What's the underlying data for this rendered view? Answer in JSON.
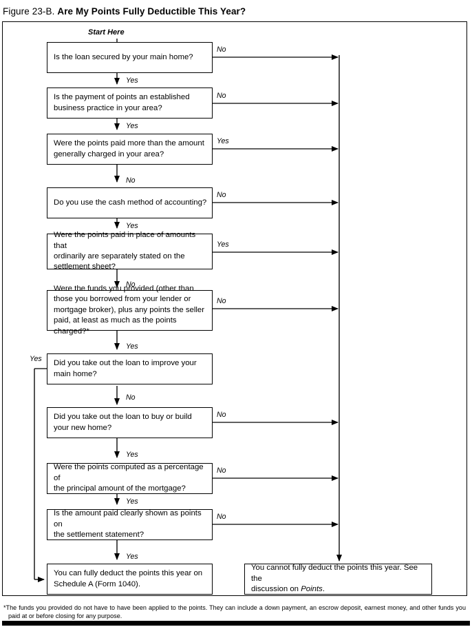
{
  "title": {
    "number": "Figure 23-B.",
    "heading": "Are My Points Fully Deductible This Year?"
  },
  "start_label": "Start Here",
  "chart_data": {
    "type": "diagram",
    "diagram_kind": "decision-flowchart",
    "title": "Figure 23-B. Are My Points Fully Deductible This Year?",
    "entry_label": "Start Here",
    "nodes": [
      {
        "id": "q1",
        "kind": "decision",
        "text": "Is the loan secured by your main home?"
      },
      {
        "id": "q2",
        "kind": "decision",
        "text": "Is the payment of points an established business practice in your area?"
      },
      {
        "id": "q3",
        "kind": "decision",
        "text": "Were the points paid more than the amount generally charged in your area?"
      },
      {
        "id": "q4",
        "kind": "decision",
        "text": "Do you use the cash method of accounting?"
      },
      {
        "id": "q5",
        "kind": "decision",
        "text": "Were the points paid in place of amounts that ordinarily are separately stated on the settlement sheet?"
      },
      {
        "id": "q6",
        "kind": "decision",
        "text": "Were the funds you provided (other than those you borrowed from your lender or mortgage broker), plus any points the seller paid, at least as much as the points charged?*"
      },
      {
        "id": "q7",
        "kind": "decision",
        "text": "Did you take out the loan to improve your main home?"
      },
      {
        "id": "q8",
        "kind": "decision",
        "text": "Did you take out the loan to buy or build your new home?"
      },
      {
        "id": "q9",
        "kind": "decision",
        "text": "Were the points computed as a percentage of the principal amount of the mortgage?"
      },
      {
        "id": "q10",
        "kind": "decision",
        "text": "Is the amount paid clearly shown as points on the settlement statement?"
      },
      {
        "id": "yes-outcome",
        "kind": "terminal",
        "text": "You can fully deduct the points this year on Schedule A (Form 1040)."
      },
      {
        "id": "no-outcome",
        "kind": "terminal",
        "text": "You cannot fully deduct the points this year. See the discussion on Points."
      }
    ],
    "edges": [
      {
        "from": "q1",
        "label": "No",
        "to": "no-outcome"
      },
      {
        "from": "q1",
        "label": "Yes",
        "to": "q2"
      },
      {
        "from": "q2",
        "label": "No",
        "to": "no-outcome"
      },
      {
        "from": "q2",
        "label": "Yes",
        "to": "q3"
      },
      {
        "from": "q3",
        "label": "Yes",
        "to": "no-outcome"
      },
      {
        "from": "q3",
        "label": "No",
        "to": "q4"
      },
      {
        "from": "q4",
        "label": "No",
        "to": "no-outcome"
      },
      {
        "from": "q4",
        "label": "Yes",
        "to": "q5"
      },
      {
        "from": "q5",
        "label": "Yes",
        "to": "no-outcome"
      },
      {
        "from": "q5",
        "label": "No",
        "to": "q6"
      },
      {
        "from": "q6",
        "label": "No",
        "to": "no-outcome"
      },
      {
        "from": "q6",
        "label": "Yes",
        "to": "q7"
      },
      {
        "from": "q7",
        "label": "Yes",
        "to": "yes-outcome"
      },
      {
        "from": "q7",
        "label": "No",
        "to": "q8"
      },
      {
        "from": "q8",
        "label": "No",
        "to": "no-outcome"
      },
      {
        "from": "q8",
        "label": "Yes",
        "to": "q9"
      },
      {
        "from": "q9",
        "label": "No",
        "to": "no-outcome"
      },
      {
        "from": "q9",
        "label": "Yes",
        "to": "q10"
      },
      {
        "from": "q10",
        "label": "No",
        "to": "no-outcome"
      },
      {
        "from": "q10",
        "label": "Yes",
        "to": "yes-outcome"
      }
    ]
  },
  "nodes": {
    "q1": "Is the loan secured by your main home?",
    "q2_line1": "Is the payment of points an established",
    "q2_line2": "business practice in your area?",
    "q3_line1": "Were the points paid more than the amount",
    "q3_line2": "generally charged in your area?",
    "q4": "Do you use the cash method of accounting?",
    "q5_line1": "Were the points paid in place of amounts that",
    "q5_line2": "ordinarily are separately stated on the",
    "q5_line3": "settlement sheet?",
    "q6_line1": "Were the funds you provided (other than",
    "q6_line2": "those you borrowed from your lender or",
    "q6_line3": "mortgage broker), plus any points the seller",
    "q6_line4": "paid, at least as much as the points charged?*",
    "q7_line1": "Did you take out the loan to improve your",
    "q7_line2": "main home?",
    "q8_line1": "Did you take out the loan to buy or build",
    "q8_line2": "your new home?",
    "q9_line1": "Were the points computed as a percentage of",
    "q9_line2": "the principal amount of the mortgage?",
    "q10_line1": "Is the amount paid clearly shown as points on",
    "q10_line2": "the settlement statement?",
    "yes_outcome_line1": "You can fully deduct the points this year on",
    "yes_outcome_line2": "Schedule A (Form 1040).",
    "no_outcome_line1": "You cannot fully deduct the points this year. See the",
    "no_outcome_line2_pre": "discussion on ",
    "no_outcome_line2_em": "Points",
    "no_outcome_line2_post": "."
  },
  "labels": {
    "no": "No",
    "yes": "Yes"
  },
  "footnote": "*The funds you provided do not have to have been applied to the points. They can include a down payment, an escrow deposit, earnest money, and other funds you paid at or before closing for any purpose."
}
